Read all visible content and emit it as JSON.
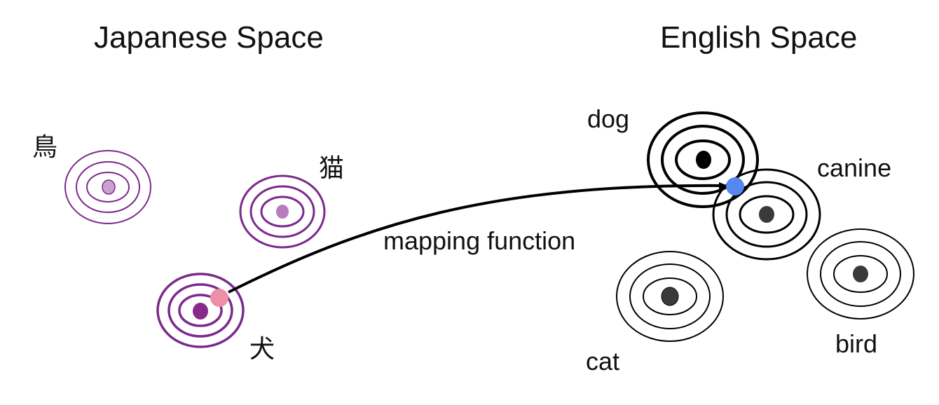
{
  "titles": {
    "left": "Japanese Space",
    "right": "English Space"
  },
  "mapping_label": "mapping function",
  "colors": {
    "purple": "#7B2A8B",
    "light_purple_fill": "#C9A3CF",
    "mid_purple_fill": "#B67DBA",
    "dark_purple_fill": "#862B8C",
    "black": "#000000",
    "dark_gray_fill": "#3A3A3A",
    "source_point": "#EE8FA8",
    "target_point": "#5587F0"
  },
  "japanese_words": [
    {
      "id": "tori",
      "label": "鳥",
      "meaning": "bird"
    },
    {
      "id": "neko",
      "label": "猫",
      "meaning": "cat"
    },
    {
      "id": "inu",
      "label": "犬",
      "meaning": "dog"
    }
  ],
  "english_words": [
    {
      "id": "dog",
      "label": "dog"
    },
    {
      "id": "canine",
      "label": "canine"
    },
    {
      "id": "cat",
      "label": "cat"
    },
    {
      "id": "bird",
      "label": "bird"
    }
  ]
}
